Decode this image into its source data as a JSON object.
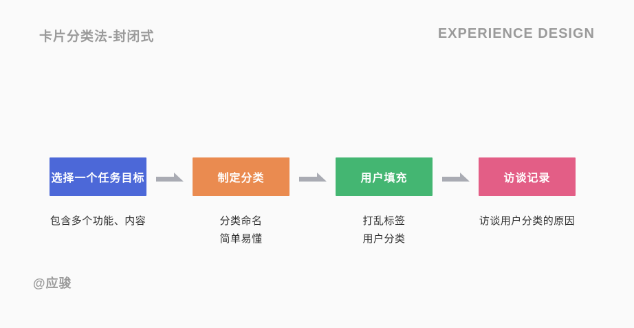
{
  "header": {
    "title": "卡片分类法-封闭式",
    "brand": "EXPERIENCE DESIGN"
  },
  "flow": {
    "arrow_color": "#a9abb3",
    "steps": [
      {
        "label": "选择一个任务目标",
        "color": "#4c68d8",
        "desc_lines": [
          "包含多个功能、内容"
        ]
      },
      {
        "label": "制定分类",
        "color": "#ea8b50",
        "desc_lines": [
          "分类命名",
          "简单易懂"
        ]
      },
      {
        "label": "用户填充",
        "color": "#44b672",
        "desc_lines": [
          "打乱标签",
          "用户分类"
        ]
      },
      {
        "label": "访谈记录",
        "color": "#e35e86",
        "desc_lines": [
          "访谈用户分类的原因"
        ]
      }
    ]
  },
  "footer": {
    "signature": "@应骏"
  },
  "colors": {
    "background": "#fafafa",
    "heading_text": "#9a9a9a",
    "desc_text": "#303030",
    "box_text": "#ffffff"
  }
}
